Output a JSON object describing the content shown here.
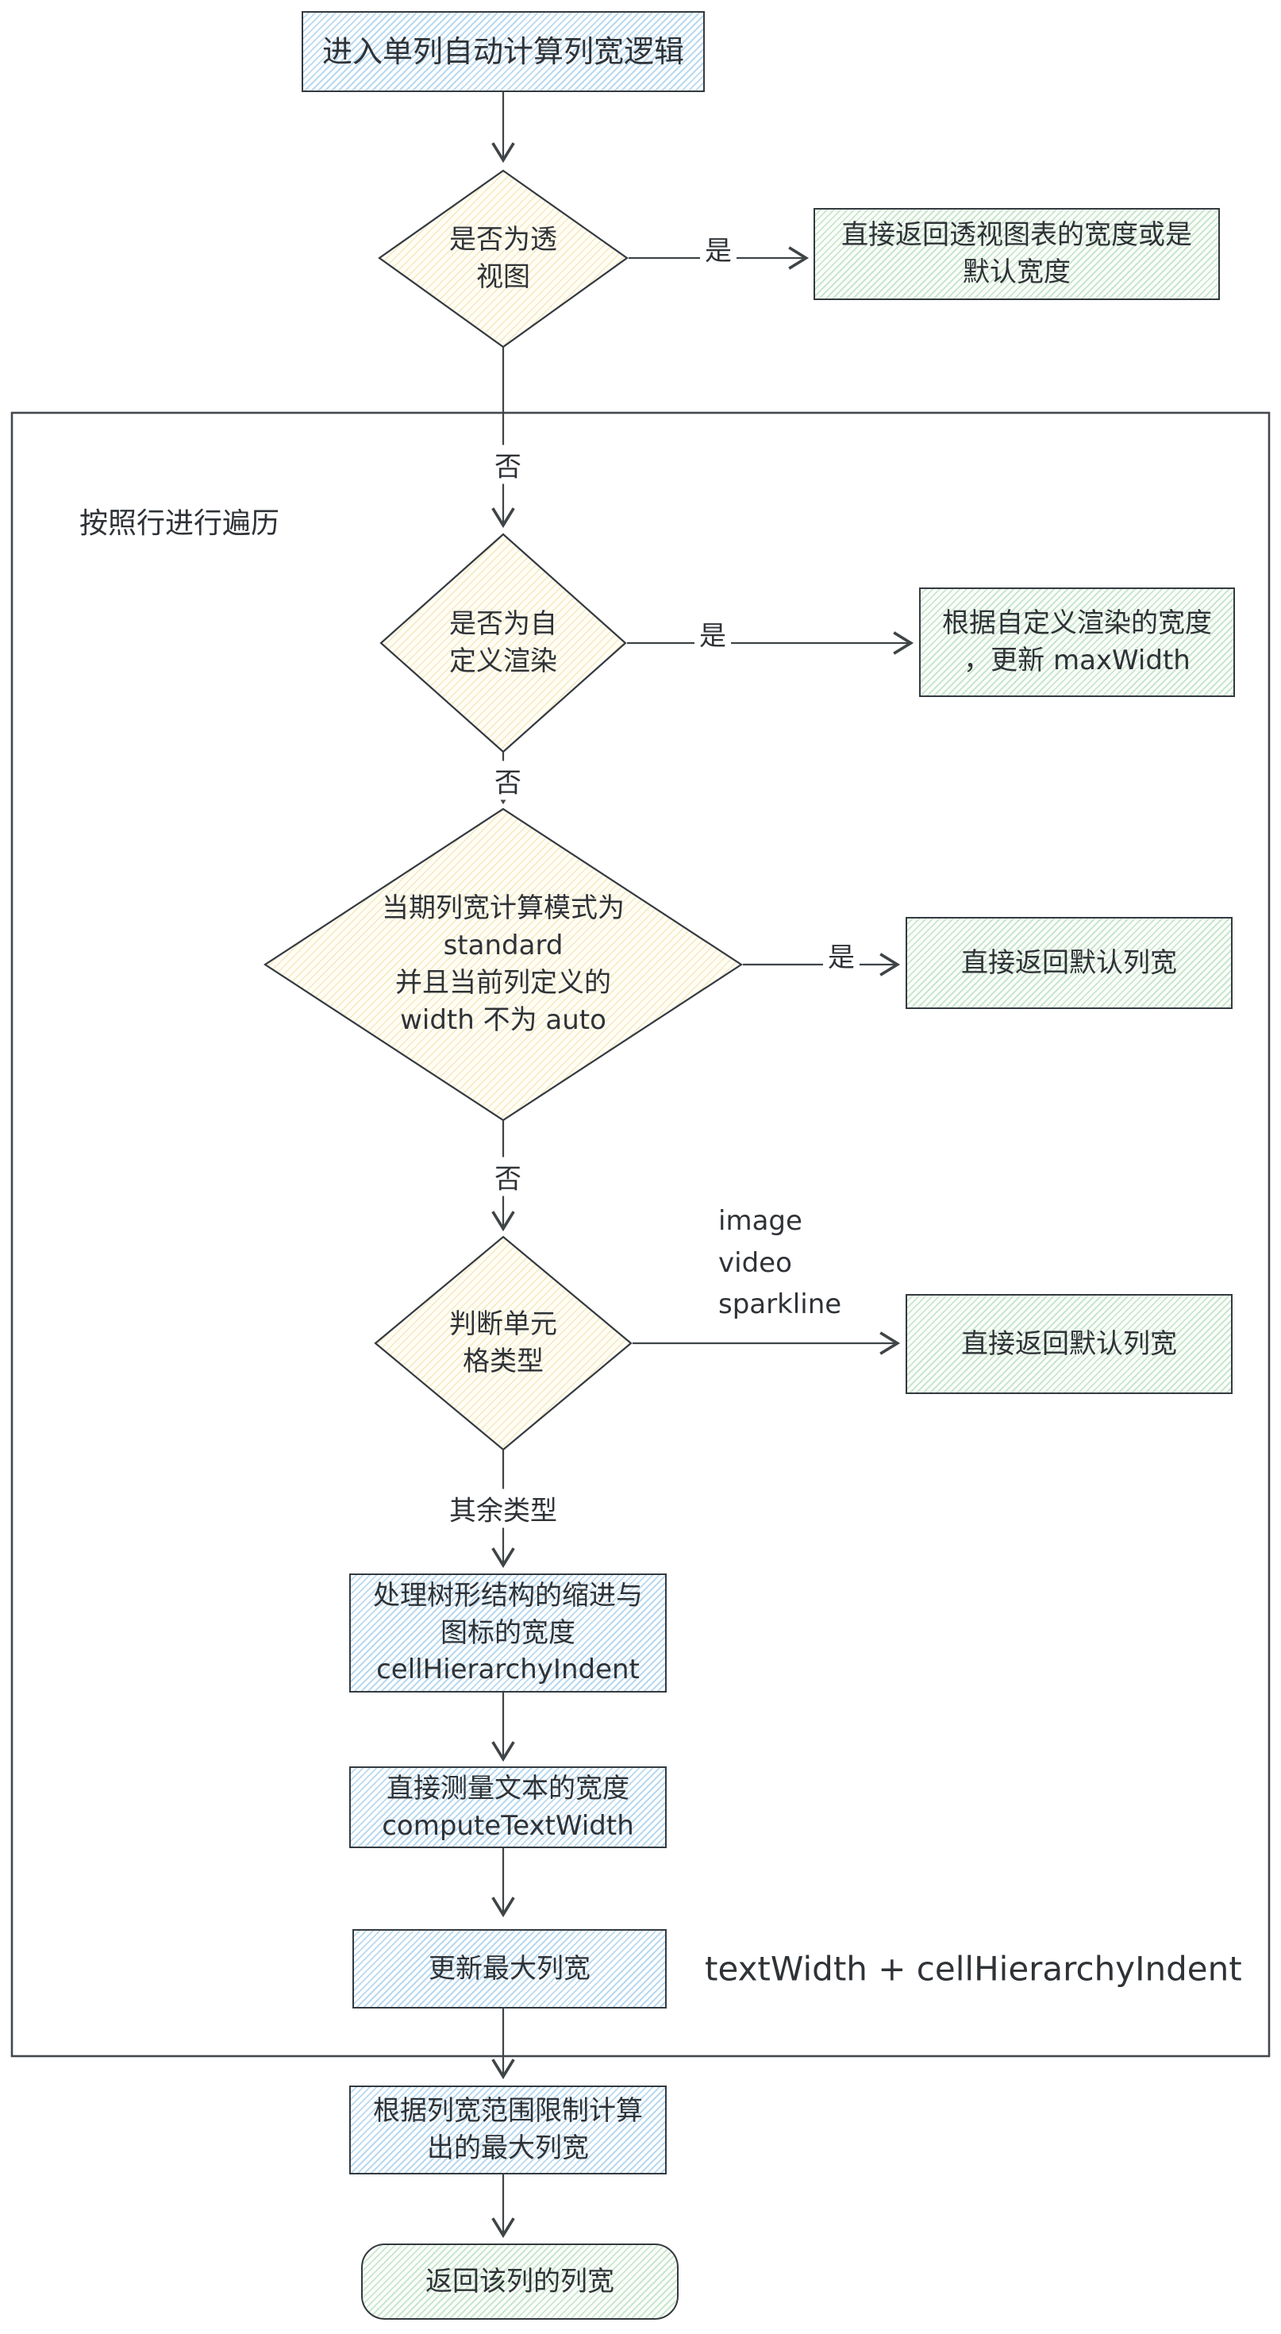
{
  "diagram": {
    "nodes": {
      "start": {
        "label": "进入单列自动计算列宽逻辑"
      },
      "is_pivot": {
        "lines": [
          "是否为透",
          "视图"
        ]
      },
      "pivot_return": {
        "lines": [
          "直接返回透视图表的宽度或是",
          "默认宽度"
        ]
      },
      "loop_label": "按照行进行遍历",
      "is_custom": {
        "lines": [
          "是否为自",
          "定义渲染"
        ]
      },
      "custom_return": {
        "lines": [
          "根据自定义渲染的宽度",
          "，更新 maxWidth"
        ]
      },
      "standard_check": {
        "lines": [
          "当期列宽计算模式为",
          "standard",
          "并且当前列定义的",
          "width 不为 auto"
        ]
      },
      "default_return_1": {
        "label": "直接返回默认列宽"
      },
      "cell_type": {
        "lines": [
          "判断单元",
          "格类型"
        ]
      },
      "default_return_2": {
        "label": "直接返回默认列宽"
      },
      "hierarchy_indent": {
        "lines": [
          "处理树形结构的缩进与",
          "图标的宽度",
          "cellHierarchyIndent"
        ]
      },
      "measure_text": {
        "lines": [
          "直接测量文本的宽度",
          "computeTextWidth"
        ]
      },
      "update_max": {
        "label": "更新最大列宽"
      },
      "clamp_width": {
        "lines": [
          "根据列宽范围限制计算",
          "出的最大列宽"
        ]
      },
      "end": {
        "label": "返回该列的列宽"
      }
    },
    "edge_labels": {
      "yes1": "是",
      "yes2": "是",
      "yes3": "是",
      "no1": "否",
      "no2": "否",
      "no3": "否",
      "other_types": "其余类型"
    },
    "annotations": {
      "cell_type_list": [
        "image",
        "video",
        "sparkline"
      ],
      "formula": "textWidth + cellHierarchyIndent"
    },
    "palette": {
      "blue_stripe": "#b9d9f0",
      "yellow_stripe": "#f2e5b8",
      "green_stripe": "#c9e7cc",
      "node_stroke": "#343a40",
      "arrow_stroke": "#3f4447",
      "text": "#2f3337"
    }
  }
}
